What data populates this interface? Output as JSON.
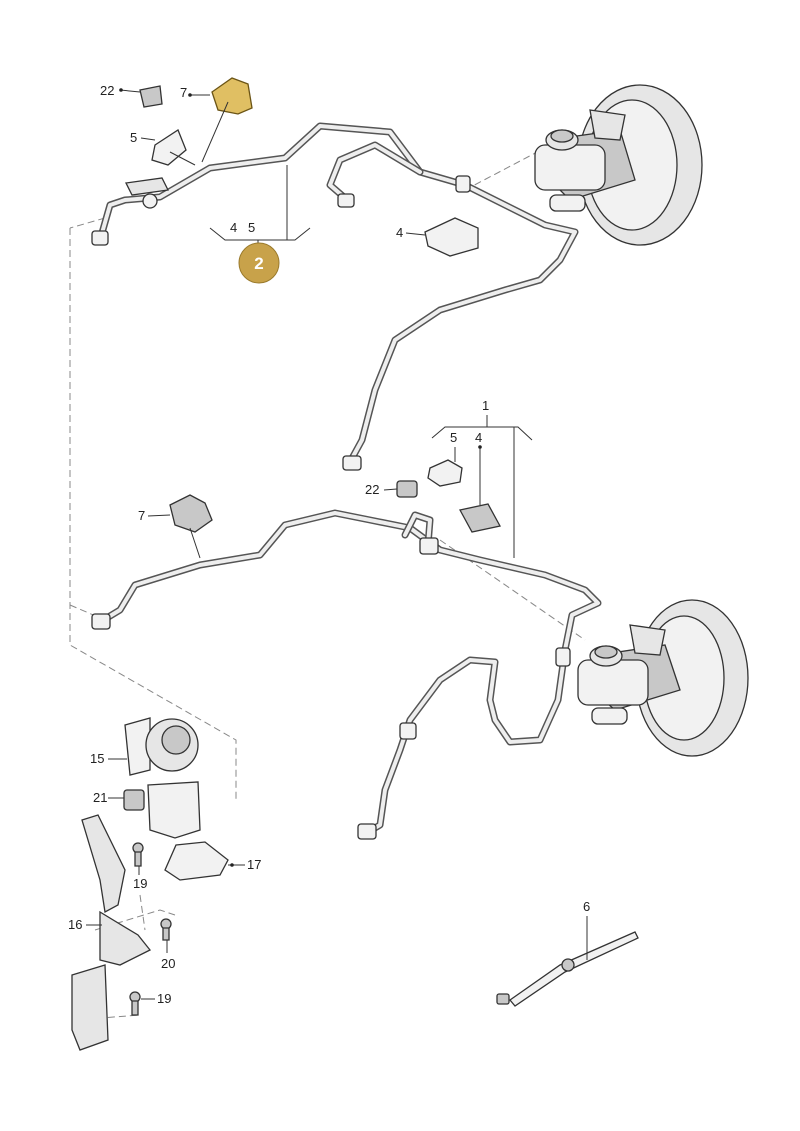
{
  "callouts": {
    "top_22": "22",
    "top_7": "7",
    "top_5": "5",
    "top_4a": "4",
    "top_5b": "5",
    "top_4": "4",
    "mid_1": "1",
    "mid_5": "5",
    "mid_4": "4",
    "mid_22": "22",
    "mid_7": "7",
    "low_15": "15",
    "low_21": "21",
    "low_19a": "19",
    "low_17": "17",
    "low_16": "16",
    "low_20": "20",
    "low_19b": "19",
    "low_6": "6"
  },
  "badge": {
    "number": "2",
    "color": "#c8a24a"
  },
  "colors": {
    "highlight": "#e0bf63",
    "line": "#555555"
  }
}
